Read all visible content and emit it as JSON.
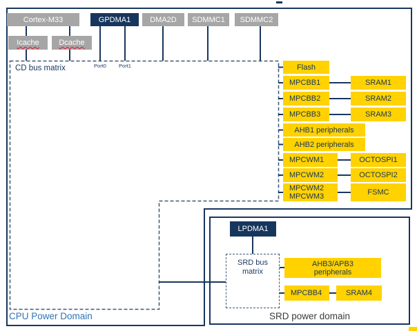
{
  "colors": {
    "block_gray": "#A6A6A6",
    "block_navy": "#17365D",
    "block_yellow": "#FFD200",
    "wire_navy": "#17365D",
    "dashed_border": "#3A5775",
    "cpu_label_blue": "#2E74B5",
    "srd_label_gray": "#3B3B3B",
    "spellcheck_red": "#E8112D",
    "text_on_yellow": "#17365D"
  },
  "cpu_domain": {
    "label": "CPU Power Domain",
    "masters": [
      {
        "label": "Cortex-M33",
        "style": "gray"
      },
      {
        "label": "GPDMA1",
        "style": "navy"
      },
      {
        "label": "DMA2D",
        "style": "gray"
      },
      {
        "label": "SDMMC1",
        "style": "gray"
      },
      {
        "label": "SDMMC2",
        "style": "gray"
      }
    ],
    "caches": [
      {
        "label": "Icache"
      },
      {
        "label": "Dcache"
      }
    ],
    "bus_matrix": {
      "label": "CD bus matrix",
      "ports": [
        {
          "label": "Port0"
        },
        {
          "label": "Port1"
        }
      ]
    },
    "peripheral_rows": [
      {
        "left": "Flash",
        "right": ""
      },
      {
        "left": "MPCBB1",
        "right": "SRAM1"
      },
      {
        "left": "MPCBB2",
        "right": "SRAM2"
      },
      {
        "left": "MPCBB3",
        "right": "SRAM3"
      },
      {
        "left": "AHB1 peripherals",
        "right": ""
      },
      {
        "left": "AHB2 peripherals",
        "right": ""
      },
      {
        "left": "MPCWM1",
        "right": "OCTOSPI1"
      },
      {
        "left": "MPCWM2",
        "right": "OCTOSPI2"
      },
      {
        "left": "MPCWM2\nMPCWM3",
        "right": "FSMC"
      }
    ]
  },
  "srd_domain": {
    "label": "SRD power domain",
    "lpdma": {
      "label": "LPDMA1"
    },
    "bus_matrix": {
      "label": "SRD bus\nmatrix"
    },
    "ahb3_block": {
      "label": "AHB3/APB3\nperipherals"
    },
    "mpcbb4": {
      "label": "MPCBB4"
    },
    "sram4": {
      "label": "SRAM4"
    }
  }
}
